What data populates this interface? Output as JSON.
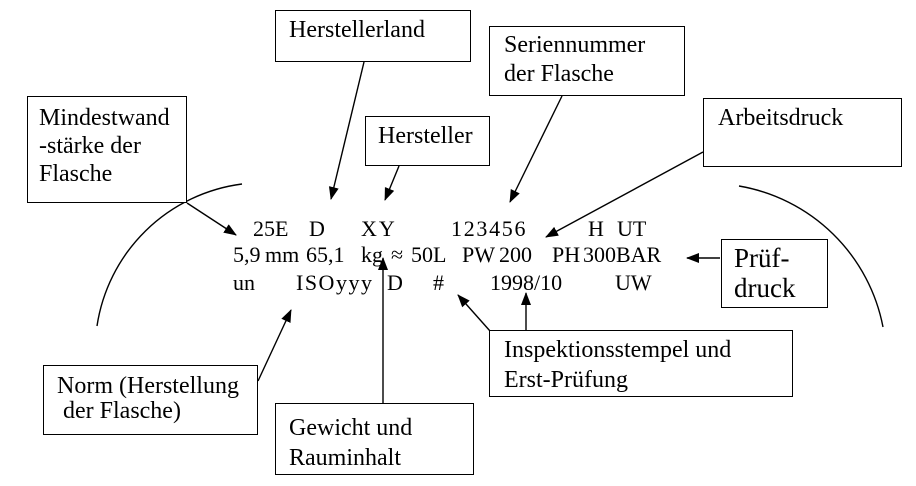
{
  "labels": {
    "min_wall": {
      "lines": [
        "Mindestwand",
        "-stärke der",
        "Flasche"
      ]
    },
    "manufacturer_country": {
      "label": "Herstellerland"
    },
    "manufacturer": {
      "label": "Hersteller"
    },
    "serial_number": {
      "lines": [
        "Seriennummer",
        "der Flasche"
      ]
    },
    "working_pressure": {
      "label": "Arbeitsdruck"
    },
    "test_pressure": {
      "lines": [
        "Prüf-",
        "druck"
      ]
    },
    "norm": {
      "lines": [
        "Norm (Herstellung",
        " der Flasche)"
      ]
    },
    "weight_volume": {
      "lines": [
        "Gewicht und",
        "Rauminhalt"
      ]
    },
    "inspection": {
      "lines": [
        "Inspektionsstempel und",
        "Erst-Prüfung"
      ]
    }
  },
  "markings": {
    "row1": {
      "thread_code": "25E",
      "country": "D",
      "manufacturer": "XY",
      "serial": "123456",
      "h": "H",
      "ut": "UT"
    },
    "row2": {
      "wall": "5,9",
      "wall_unit": "mm",
      "weight": "65,1",
      "weight_unit": "kg",
      "approx": "≈",
      "volume": "50L",
      "pw": "PW",
      "pw_value": "200",
      "ph": "PH",
      "ph_value": "300BAR"
    },
    "row3": {
      "un": "un",
      "norm": "ISOyyy",
      "d": "D",
      "hash": "#",
      "date": "1998/10",
      "uw": "UW"
    }
  }
}
